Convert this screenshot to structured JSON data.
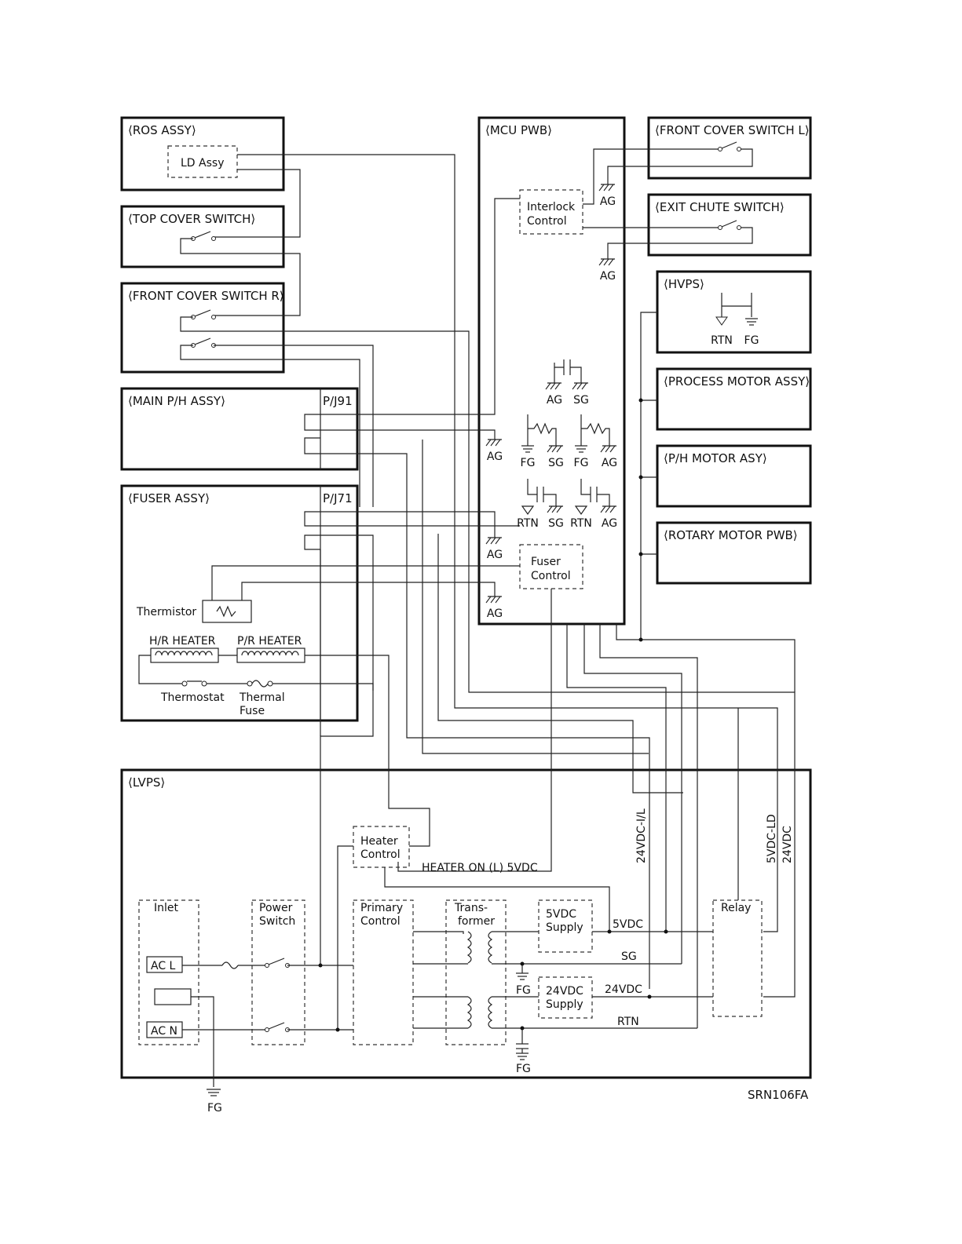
{
  "blocks": {
    "ros_assy": "⟨ROS ASSY⟩",
    "ld_assy": "LD Assy",
    "top_cover_switch": "⟨TOP COVER SWITCH⟩",
    "front_cover_switch_r": "⟨FRONT COVER SWITCH R⟩",
    "main_ph_assy": "⟨MAIN P/H ASSY⟩",
    "pj91": "P/J91",
    "fuser_assy": "⟨FUSER ASSY⟩",
    "pj71": "P/J71",
    "mcu_pwb": "⟨MCU PWB⟩",
    "front_cover_switch_l": "⟨FRONT COVER SWITCH L⟩",
    "exit_chute_switch": "⟨EXIT CHUTE SWITCH⟩",
    "hvps": "⟨HVPS⟩",
    "process_motor_assy": "⟨PROCESS MOTOR ASSY⟩",
    "ph_motor_asy": "⟨P/H MOTOR ASY⟩",
    "rotary_motor_pwb": "⟨ROTARY MOTOR PWB⟩",
    "lvps": "⟨LVPS⟩"
  },
  "mcu": {
    "interlock_control": [
      "Interlock",
      "Control"
    ],
    "fuser_control": [
      "Fuser",
      "Control"
    ]
  },
  "fuser": {
    "thermistor": "Thermistor",
    "hr_heater": "H/R HEATER",
    "pr_heater": "P/R HEATER",
    "thermostat": "Thermostat",
    "thermal_fuse": [
      "Thermal",
      "Fuse"
    ]
  },
  "lvps": {
    "heater_control": [
      "Heater",
      "Control"
    ],
    "heater_on": "HEATER ON (L) 5VDC",
    "inlet": "Inlet",
    "ac_l": "AC L",
    "ac_n": "AC N",
    "power_switch": [
      "Power",
      "Switch"
    ],
    "primary_control": [
      "Primary",
      "Control"
    ],
    "transformer": [
      "Trans-",
      "former"
    ],
    "supply_5vdc": [
      "5VDC",
      "Supply"
    ],
    "supply_24vdc": [
      "24VDC",
      "Supply"
    ],
    "relay": "Relay",
    "line_5vdc": "5VDC",
    "line_sg": "SG",
    "line_24vdc": "24VDC",
    "line_rtn": "RTN",
    "v_24vdc_il": "24VDC-I/L",
    "v_5vdc_ld": "5VDC-LD",
    "v_24vdc": "24VDC"
  },
  "grounds": {
    "ag": "AG",
    "sg": "SG",
    "fg": "FG",
    "rtn": "RTN"
  },
  "figure_id": "SRN106FA"
}
